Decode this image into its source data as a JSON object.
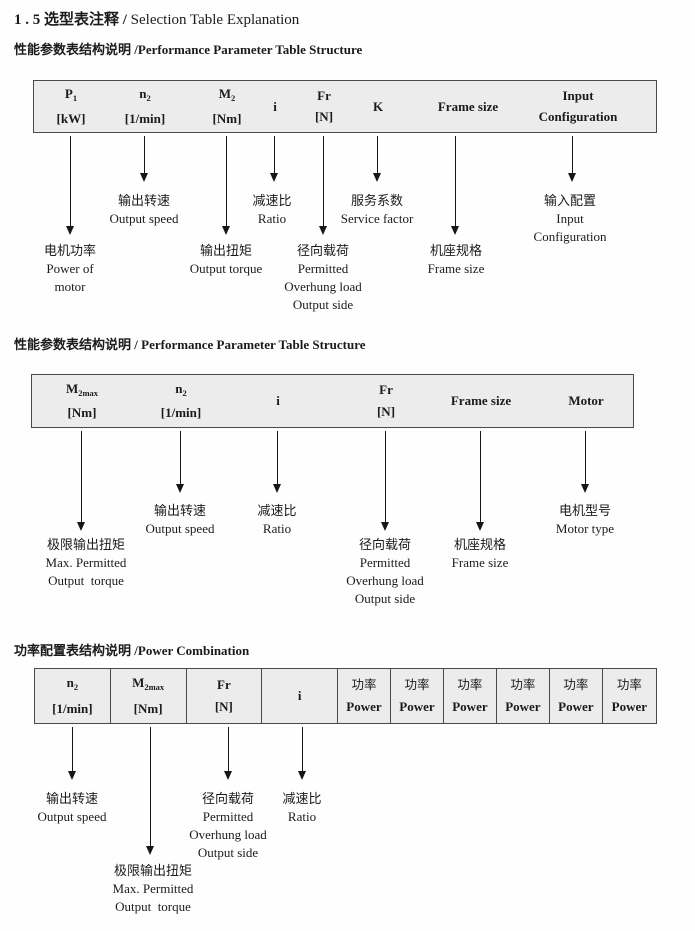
{
  "title": {
    "cn": "1 . 5 选型表注释 / ",
    "en": "Selection Table Explanation"
  },
  "s1": {
    "heading": {
      "cn": "性能参数表结构说明 ",
      "en": "/Performance Parameter Table Structure"
    },
    "table": {
      "c1": {
        "sym": "P",
        "sub": "1",
        "unit": "[kW]"
      },
      "c2": {
        "sym": "n",
        "sub": "2",
        "unit": "[1/min]"
      },
      "c3": {
        "sym": "M",
        "sub": "2",
        "unit": "[Nm]"
      },
      "c4": {
        "sym": "i"
      },
      "c5": {
        "sym": "Fr",
        "unit": "[N]"
      },
      "c6": {
        "sym": "K"
      },
      "c7": {
        "sym": "Frame size"
      },
      "c8": {
        "sym": "Input",
        "unit": "Configuration"
      }
    },
    "labels": {
      "motor_power": {
        "l1": "电机功率",
        "l2": "Power of",
        "l3": "motor"
      },
      "output_speed": {
        "l1": "输出转速",
        "l2": "Output speed"
      },
      "output_torque": {
        "l1": "输出扭矩",
        "l2": "Output torque"
      },
      "ratio": {
        "l1": "减速比",
        "l2": "Ratio"
      },
      "overhung": {
        "l1": "径向载荷",
        "l2": "Permitted",
        "l3": "Overhung load",
        "l4": "Output side"
      },
      "service_factor": {
        "l1": "服务系数",
        "l2": "Service factor"
      },
      "frame_size": {
        "l1": "机座规格",
        "l2": "Frame size"
      },
      "input_config": {
        "l1": "输入配置",
        "l2": "Input",
        "l3": "Configuration"
      }
    }
  },
  "s2": {
    "heading": {
      "cn": "性能参数表结构说明 ",
      "en": "/ Performance Parameter Table Structure"
    },
    "table": {
      "c1": {
        "sym": "M",
        "sub": "2max",
        "unit": "[Nm]"
      },
      "c2": {
        "sym": "n",
        "sub": "2",
        "unit": "[1/min]"
      },
      "c3": {
        "sym": "i"
      },
      "c4": {
        "sym": "Fr",
        "unit": "[N]"
      },
      "c5": {
        "sym": "Frame size"
      },
      "c6": {
        "sym": "Motor"
      }
    },
    "labels": {
      "max_torque": {
        "l1": "极限输出扭矩",
        "l2": "Max. Permitted",
        "l3": "Output  torque"
      },
      "output_speed": {
        "l1": "输出转速",
        "l2": "Output speed"
      },
      "ratio": {
        "l1": "减速比",
        "l2": "Ratio"
      },
      "overhung": {
        "l1": "径向载荷",
        "l2": "Permitted",
        "l3": "Overhung load",
        "l4": "Output side"
      },
      "frame_size": {
        "l1": "机座规格",
        "l2": "Frame size"
      },
      "motor_type": {
        "l1": "电机型号",
        "l2": "Motor type"
      }
    }
  },
  "s3": {
    "heading": {
      "cn": "功率配置表结构说明 ",
      "en": "/Power Combination"
    },
    "table": {
      "c1": {
        "sym": "n",
        "sub": "2",
        "unit": "[1/min]"
      },
      "c2": {
        "sym": "M",
        "sub": "2max",
        "unit": "[Nm]"
      },
      "c3": {
        "sym": "Fr",
        "unit": "[N]"
      },
      "c4": {
        "sym": "i"
      },
      "power": [
        {
          "cn": "功率",
          "en": "Power"
        },
        {
          "cn": "功率",
          "en": "Power"
        },
        {
          "cn": "功率",
          "en": "Power"
        },
        {
          "cn": "功率",
          "en": "Power"
        },
        {
          "cn": "功率",
          "en": "Power"
        },
        {
          "cn": "功率",
          "en": "Power"
        }
      ]
    },
    "labels": {
      "output_speed": {
        "l1": "输出转速",
        "l2": "Output speed"
      },
      "max_torque": {
        "l1": "极限输出扭矩",
        "l2": "Max. Permitted",
        "l3": "Output  torque"
      },
      "overhung": {
        "l1": "径向载荷",
        "l2": "Permitted",
        "l3": "Overhung load",
        "l4": "Output side"
      },
      "ratio": {
        "l1": "减速比",
        "l2": "Ratio"
      }
    }
  }
}
